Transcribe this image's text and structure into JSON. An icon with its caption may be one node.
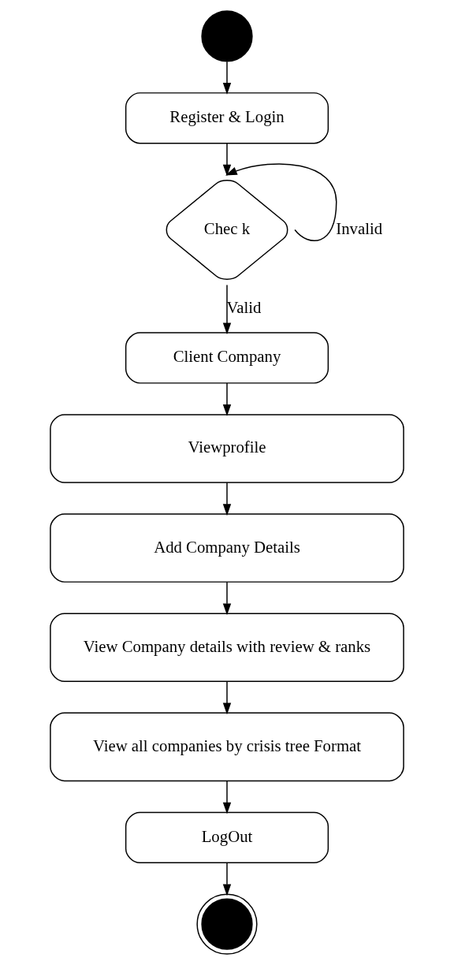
{
  "diagram": {
    "nodes": [
      {
        "text": [],
        "shape": "circle"
      },
      {
        "text": [
          "Register & Login"
        ]
      },
      {
        "text": [
          "Chec k"
        ]
      },
      {
        "text": [
          "Client Company"
        ]
      },
      {
        "text": [
          "Viewprofile"
        ]
      },
      {
        "text": [
          "Add Company Details"
        ]
      },
      {
        "text": [
          "View Company details with review & ranks"
        ]
      },
      {
        "text": [
          "View all companies by crisis tree Format"
        ]
      },
      {
        "text": [
          "LogOut"
        ]
      },
      {
        "text": [],
        "shape": "circle"
      }
    ],
    "edges": [
      {
        "from": 0,
        "to": 1,
        "arrow": "to"
      },
      {
        "from": 1,
        "to": 2,
        "arrow": "to"
      },
      {
        "from": 2,
        "to": 2,
        "arrow": "to",
        "label": "Invalid"
      },
      {
        "from": 2,
        "to": 3,
        "arrow": "to",
        "label": "Valid"
      },
      {
        "from": 3,
        "to": 4,
        "arrow": "to"
      },
      {
        "from": 4,
        "to": 5,
        "arrow": "to"
      },
      {
        "from": 5,
        "to": 6,
        "arrow": "to"
      },
      {
        "from": 6,
        "to": 7,
        "arrow": "to"
      },
      {
        "from": 7,
        "to": 8,
        "arrow": "to"
      },
      {
        "from": 8,
        "to": 9,
        "arrow": "to"
      }
    ]
  }
}
